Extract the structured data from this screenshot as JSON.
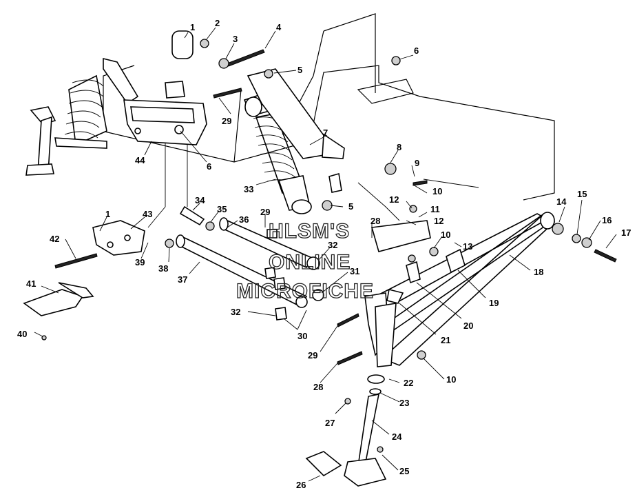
{
  "callouts": [
    "1",
    "2",
    "3",
    "4",
    "5",
    "6",
    "29",
    "44",
    "6",
    "7",
    "8",
    "9",
    "10",
    "33",
    "5",
    "29",
    "34",
    "35",
    "36",
    "1",
    "43",
    "42",
    "39",
    "38",
    "37",
    "41",
    "40",
    "12",
    "11",
    "12",
    "28",
    "10",
    "13",
    "32",
    "31",
    "14",
    "15",
    "16",
    "17",
    "18",
    "19",
    "20",
    "21",
    "10",
    "32",
    "30",
    "29",
    "28",
    "22",
    "23",
    "27",
    "24",
    "25",
    "26"
  ],
  "watermark": {
    "line1": "HLSM'S",
    "line2": "ONLINE",
    "line3": "MICROFICHE"
  },
  "colors": {
    "ink": "#000000",
    "background": "#ffffff"
  }
}
